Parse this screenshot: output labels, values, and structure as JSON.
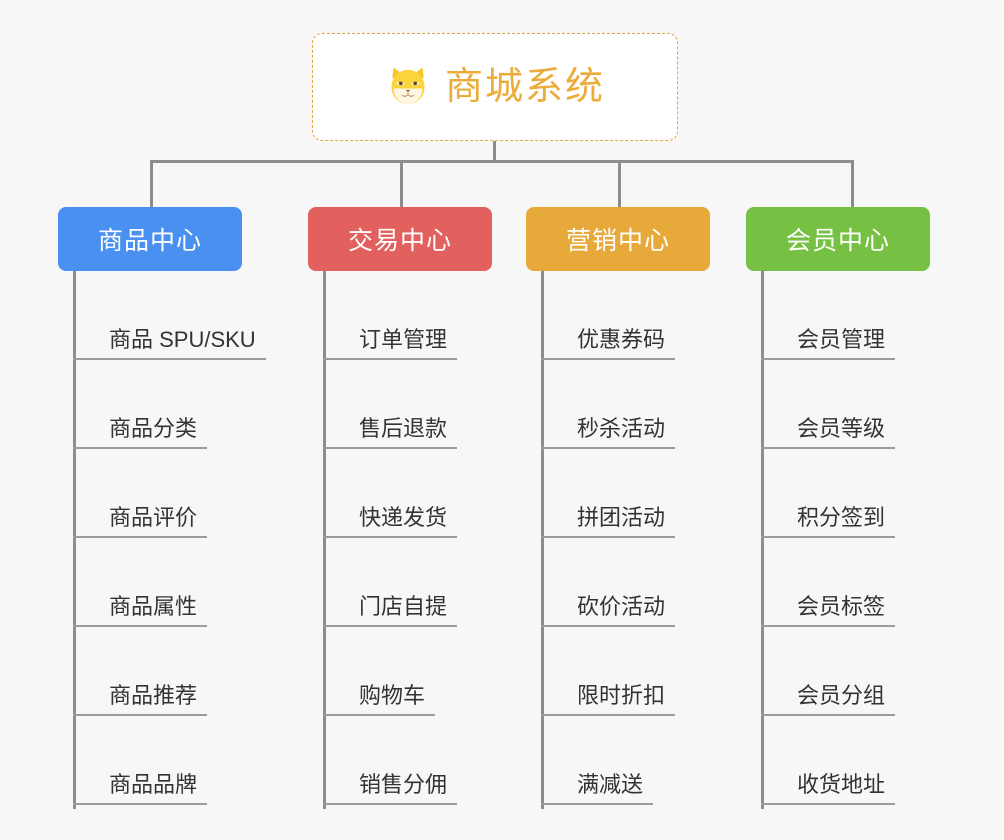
{
  "page": {
    "background_color": "#f7f7f7",
    "connector_color": "#8d8d8d",
    "leaf_line_color": "#9b9b9b"
  },
  "root": {
    "title": "商城系统",
    "icon": "shiba-dog-emoji",
    "text_color": "#ecac3a",
    "border_color": "#e6a23c",
    "background_color": "#ffffff"
  },
  "branches": [
    {
      "title": "商品中心",
      "color": "#4a90f0",
      "color_name": "blue",
      "items": [
        "商品 SPU/SKU",
        "商品分类",
        "商品评价",
        "商品属性",
        "商品推荐",
        "商品品牌"
      ]
    },
    {
      "title": "交易中心",
      "color": "#e2615e",
      "color_name": "red",
      "items": [
        "订单管理",
        "售后退款",
        "快递发货",
        "门店自提",
        "购物车",
        "销售分佣"
      ]
    },
    {
      "title": "营销中心",
      "color": "#e8a93b",
      "color_name": "amber",
      "items": [
        "优惠券码",
        "秒杀活动",
        "拼团活动",
        "砍价活动",
        "限时折扣",
        "满减送"
      ]
    },
    {
      "title": "会员中心",
      "color": "#76c043",
      "color_name": "green",
      "items": [
        "会员管理",
        "会员等级",
        "积分签到",
        "会员标签",
        "会员分组",
        "收货地址"
      ]
    }
  ]
}
